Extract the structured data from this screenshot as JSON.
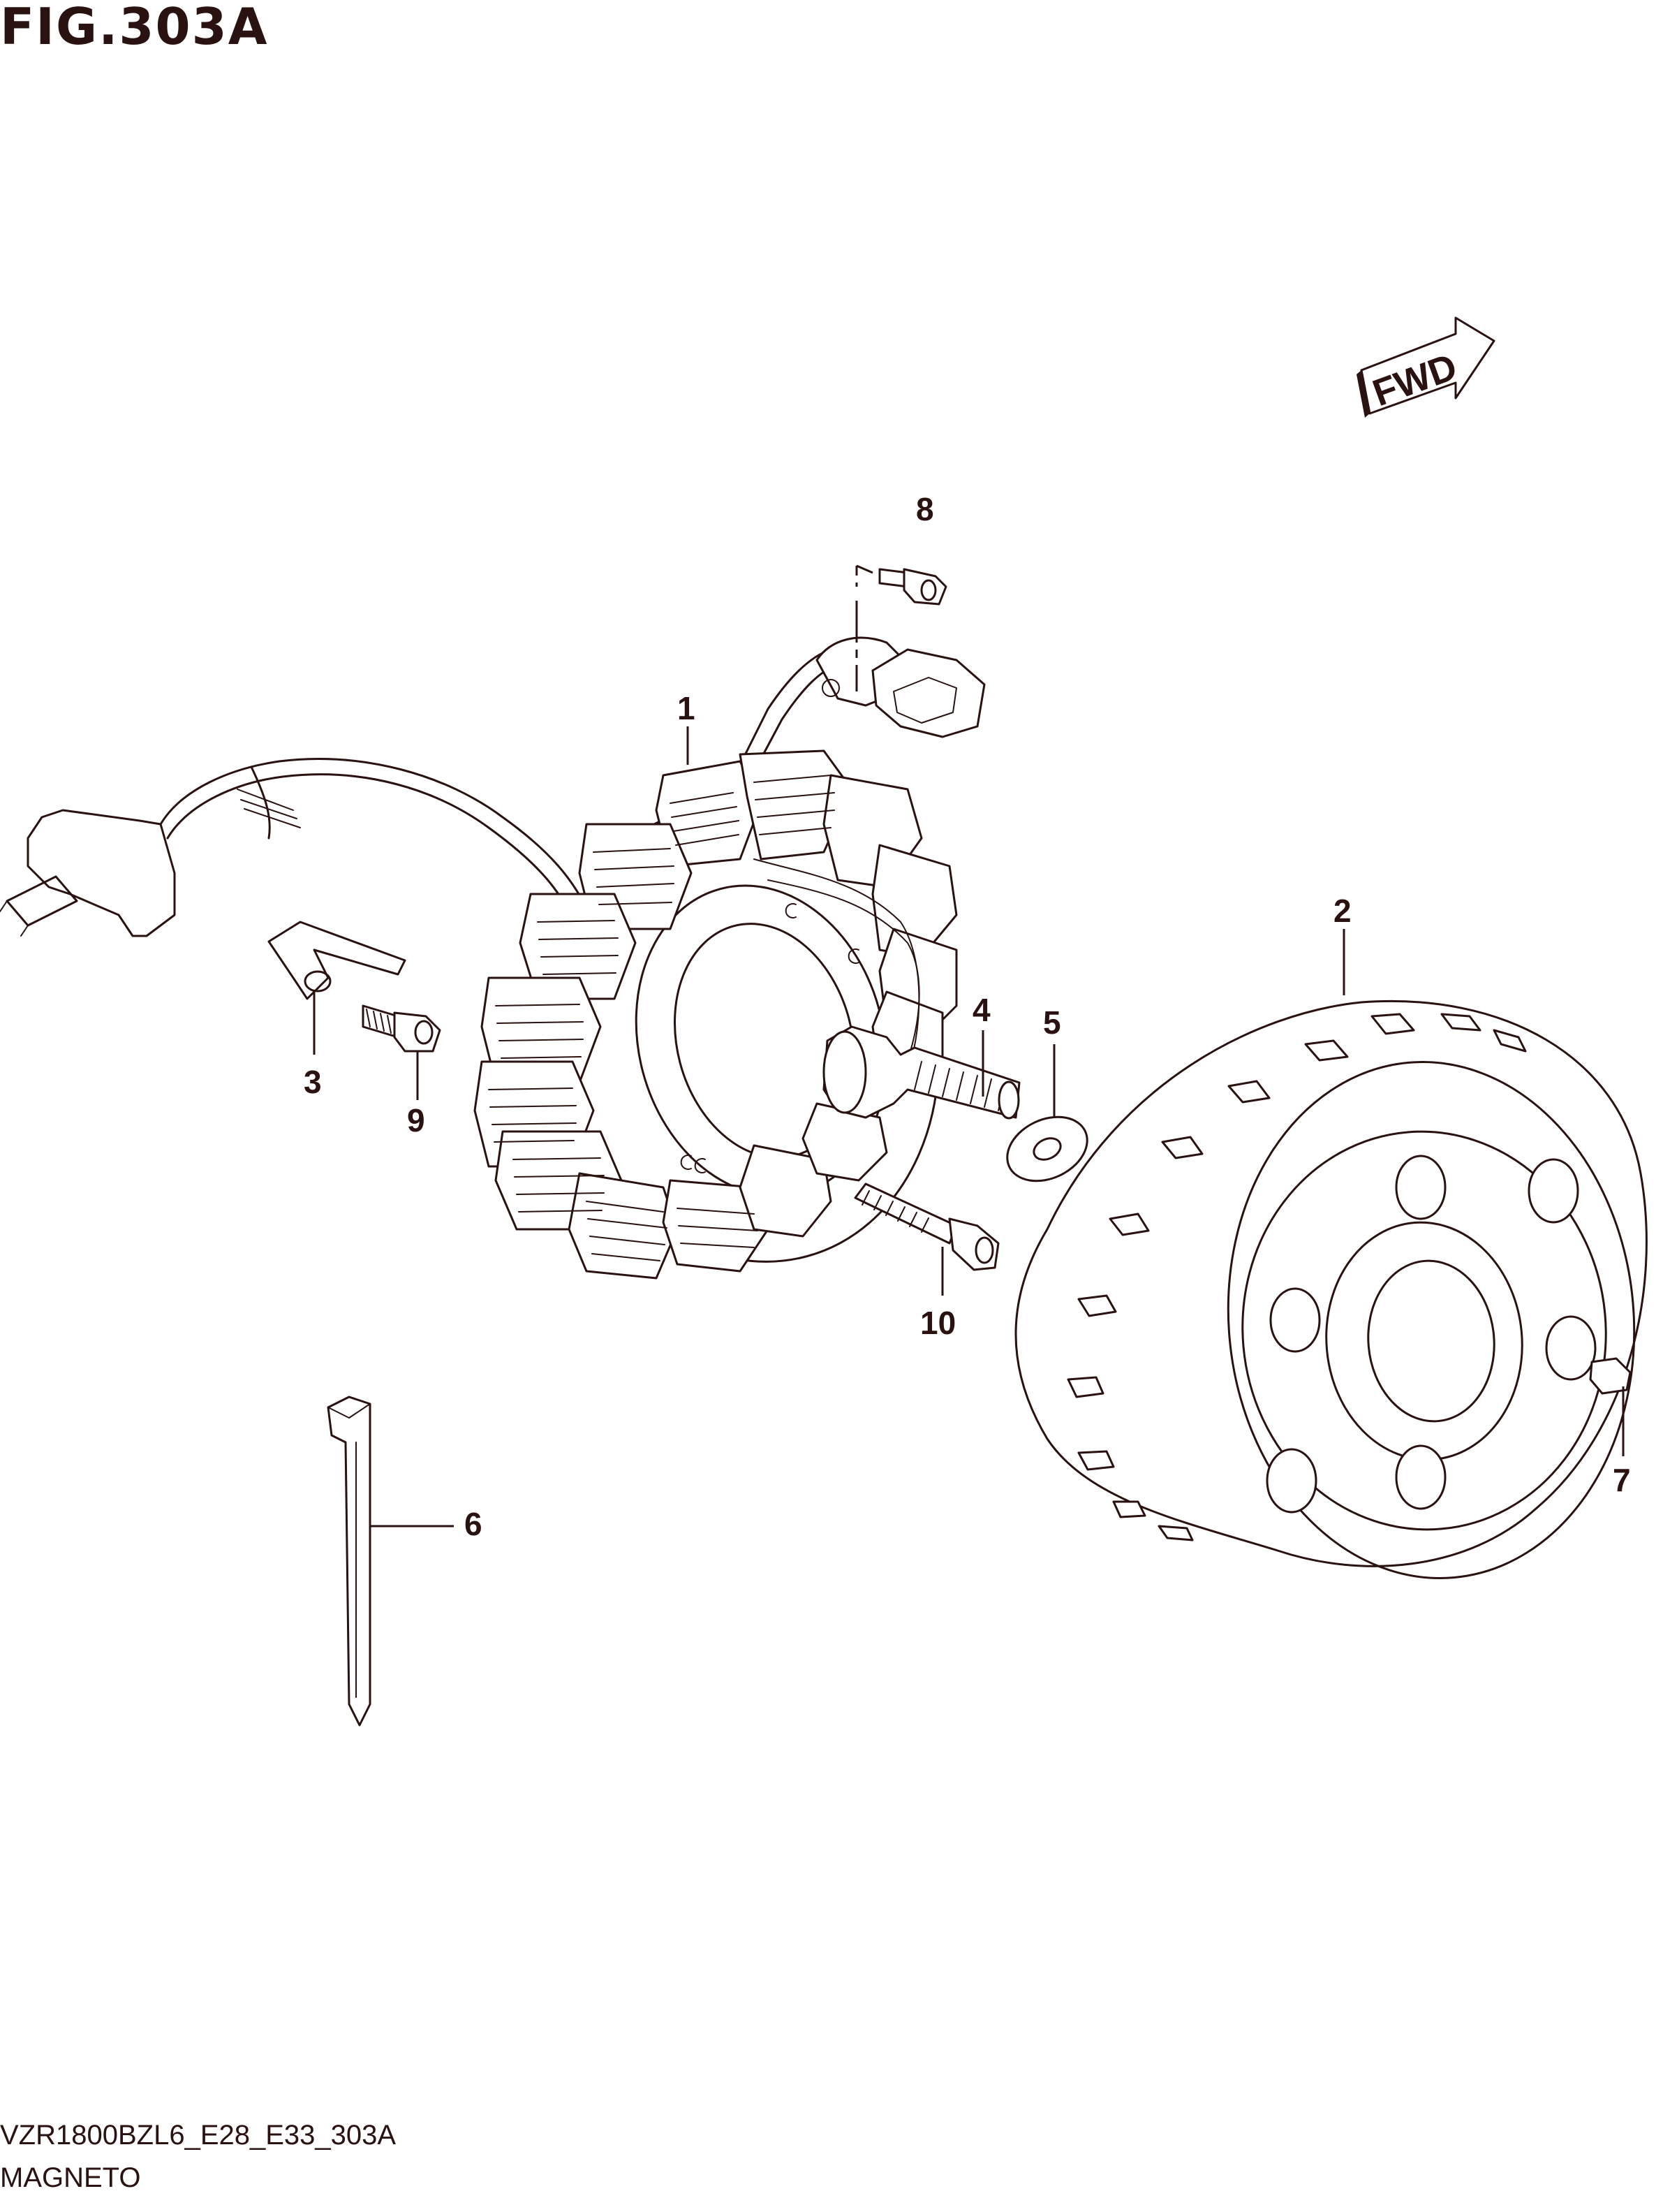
{
  "figure": {
    "title": "FIG.303A"
  },
  "direction_badge": {
    "label": "FWD"
  },
  "callouts": [
    "1",
    "2",
    "3",
    "4",
    "5",
    "6",
    "7",
    "8",
    "9",
    "10"
  ],
  "footer": {
    "code": "VZR1800BZL6_E28_E33_303A",
    "name": "MAGNETO"
  },
  "colors": {
    "line": "#2a1210",
    "background": "#ffffff"
  }
}
